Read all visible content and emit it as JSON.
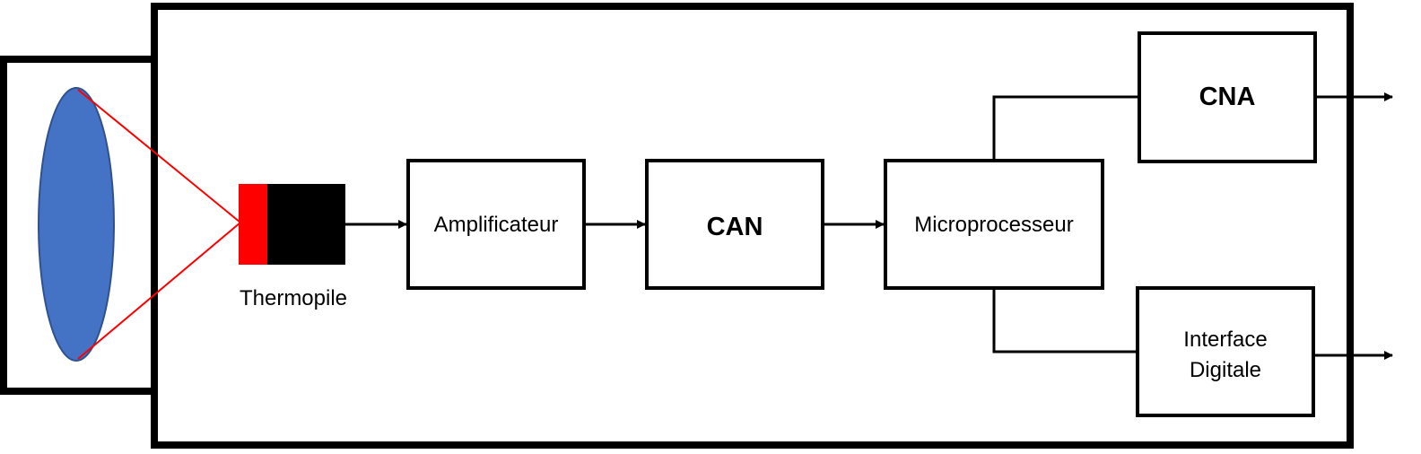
{
  "diagram": {
    "colors": {
      "lens_fill": "#4472C4",
      "lens_stroke": "#2F528F",
      "ray_color": "#FF0000",
      "thermopile_hot": "#FF0000",
      "thermopile_body": "#000000",
      "line_color": "#000000"
    },
    "blocks": {
      "thermopile": {
        "label": "Thermopile"
      },
      "amplifier": {
        "label": "Amplificateur"
      },
      "adc": {
        "label": "CAN"
      },
      "microprocessor": {
        "label": "Microprocesseur"
      },
      "dac": {
        "label": "CNA"
      },
      "digital_interface": {
        "label_line1": "Interface",
        "label_line2": "Digitale"
      }
    }
  }
}
